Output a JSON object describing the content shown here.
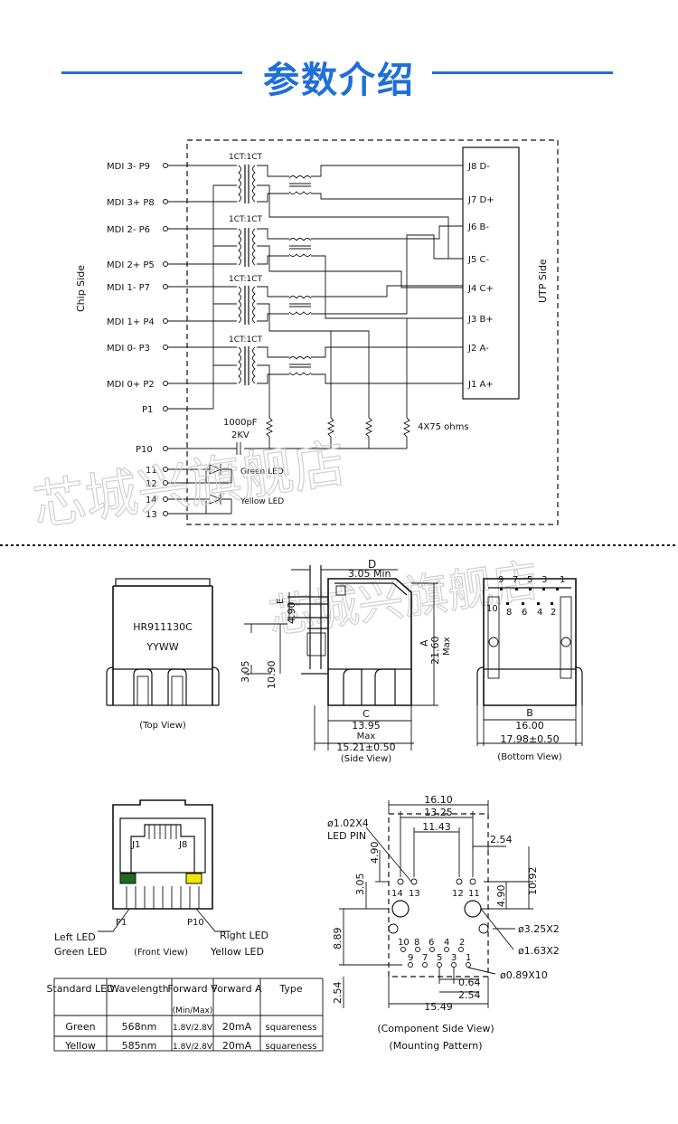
{
  "header": {
    "title": "参数介绍"
  },
  "schematic": {
    "chip_side_label": "Chip Side",
    "utp_side_label": "UTP Side",
    "transformer_label": "1CT:1CT",
    "left_pins": [
      "MDI 3- P9",
      "MDI 3+ P8",
      "MDI 2- P6",
      "MDI 2+ P5",
      "MDI 1- P7",
      "MDI 1+ P4",
      "MDI 0- P3",
      "MDI 0+ P2",
      "P1",
      "P10",
      "11",
      "12",
      "14",
      "13"
    ],
    "right_pins": [
      "J8 D-",
      "J7 D+",
      "J6 B-",
      "J5 C-",
      "J4 C+",
      "J3 B+",
      "J2 A-",
      "J1 A+"
    ],
    "cap_label_1": "1000pF",
    "cap_label_2": "2KV",
    "resistor_label": "4X75 ohms",
    "green_led": "Green LED",
    "yellow_led": "Yellow LED"
  },
  "watermark": {
    "text": "芯城兴旗舰店"
  },
  "top_view": {
    "part_number": "HR911130C",
    "date_code": "YYWW",
    "caption": "(Top View)"
  },
  "side_view": {
    "dim_d": "D",
    "dim_d_val": "3.05 Min",
    "dim_e": "E",
    "dim_e_val": "4.90",
    "dim_305": "3.05",
    "dim_1090": "10.90",
    "dim_a": "A",
    "dim_a_val": "21.60",
    "dim_a_max": "Max",
    "dim_c": "C",
    "dim_c_val": "13.95",
    "dim_c_max": "Max",
    "dim_overall": "15.21±0.50",
    "caption": "(Side View)"
  },
  "bottom_view": {
    "pins_top": [
      "9",
      "7",
      "5",
      "3",
      "1"
    ],
    "pins_bottom": [
      "10",
      "8",
      "6",
      "4",
      "2"
    ],
    "dim_b": "B",
    "dim_b_val": "16.00",
    "dim_overall": "17.98±0.50",
    "caption": "(Bottom View)"
  },
  "front_view": {
    "j1": "J1",
    "j8": "J8",
    "p1": "P1",
    "p10": "P10",
    "left_led": "Left LED",
    "green_led": "Green LED",
    "right_led": "Right LED",
    "yellow_led": "Yellow LED",
    "caption": "(Front View)",
    "colors": {
      "green": "#1e6b1e",
      "yellow": "#f2e600"
    }
  },
  "led_table": {
    "headers": [
      "Standard LED",
      "Wavelength",
      "Forward V",
      "Forward A",
      "Type"
    ],
    "sub_header": "(Min/Max)",
    "rows": [
      [
        "Green",
        "568nm",
        "1.8V/2.8V",
        "20mA",
        "squareness"
      ],
      [
        "Yellow",
        "585nm",
        "1.8V/2.8V",
        "20mA",
        "squareness"
      ]
    ]
  },
  "mounting": {
    "dims": {
      "d1610": "16.10",
      "d1325": "13.25",
      "d1143": "11.43",
      "d254a": "2.54",
      "d490a": "4.90",
      "d305": "3.05",
      "d1092": "10.92",
      "d490b": "4.90",
      "d889": "8.89",
      "d254b": "2.54",
      "d064": "0.64",
      "d254c": "2.54",
      "d1549": "15.49"
    },
    "led_pin_label": "ø1.02X4",
    "led_pin_label2": "LED PIN",
    "hole_a": "ø3.25X2",
    "hole_b": "ø1.63X2",
    "hole_c": "ø0.89X10",
    "led_pins": [
      "14",
      "13",
      "12",
      "11"
    ],
    "pins_top": [
      "10",
      "8",
      "6",
      "4",
      "2"
    ],
    "pins_bottom": [
      "9",
      "7",
      "5",
      "3",
      "1"
    ],
    "caption_1": "(Component Side View)",
    "caption_2": "(Mounting Pattern)"
  }
}
